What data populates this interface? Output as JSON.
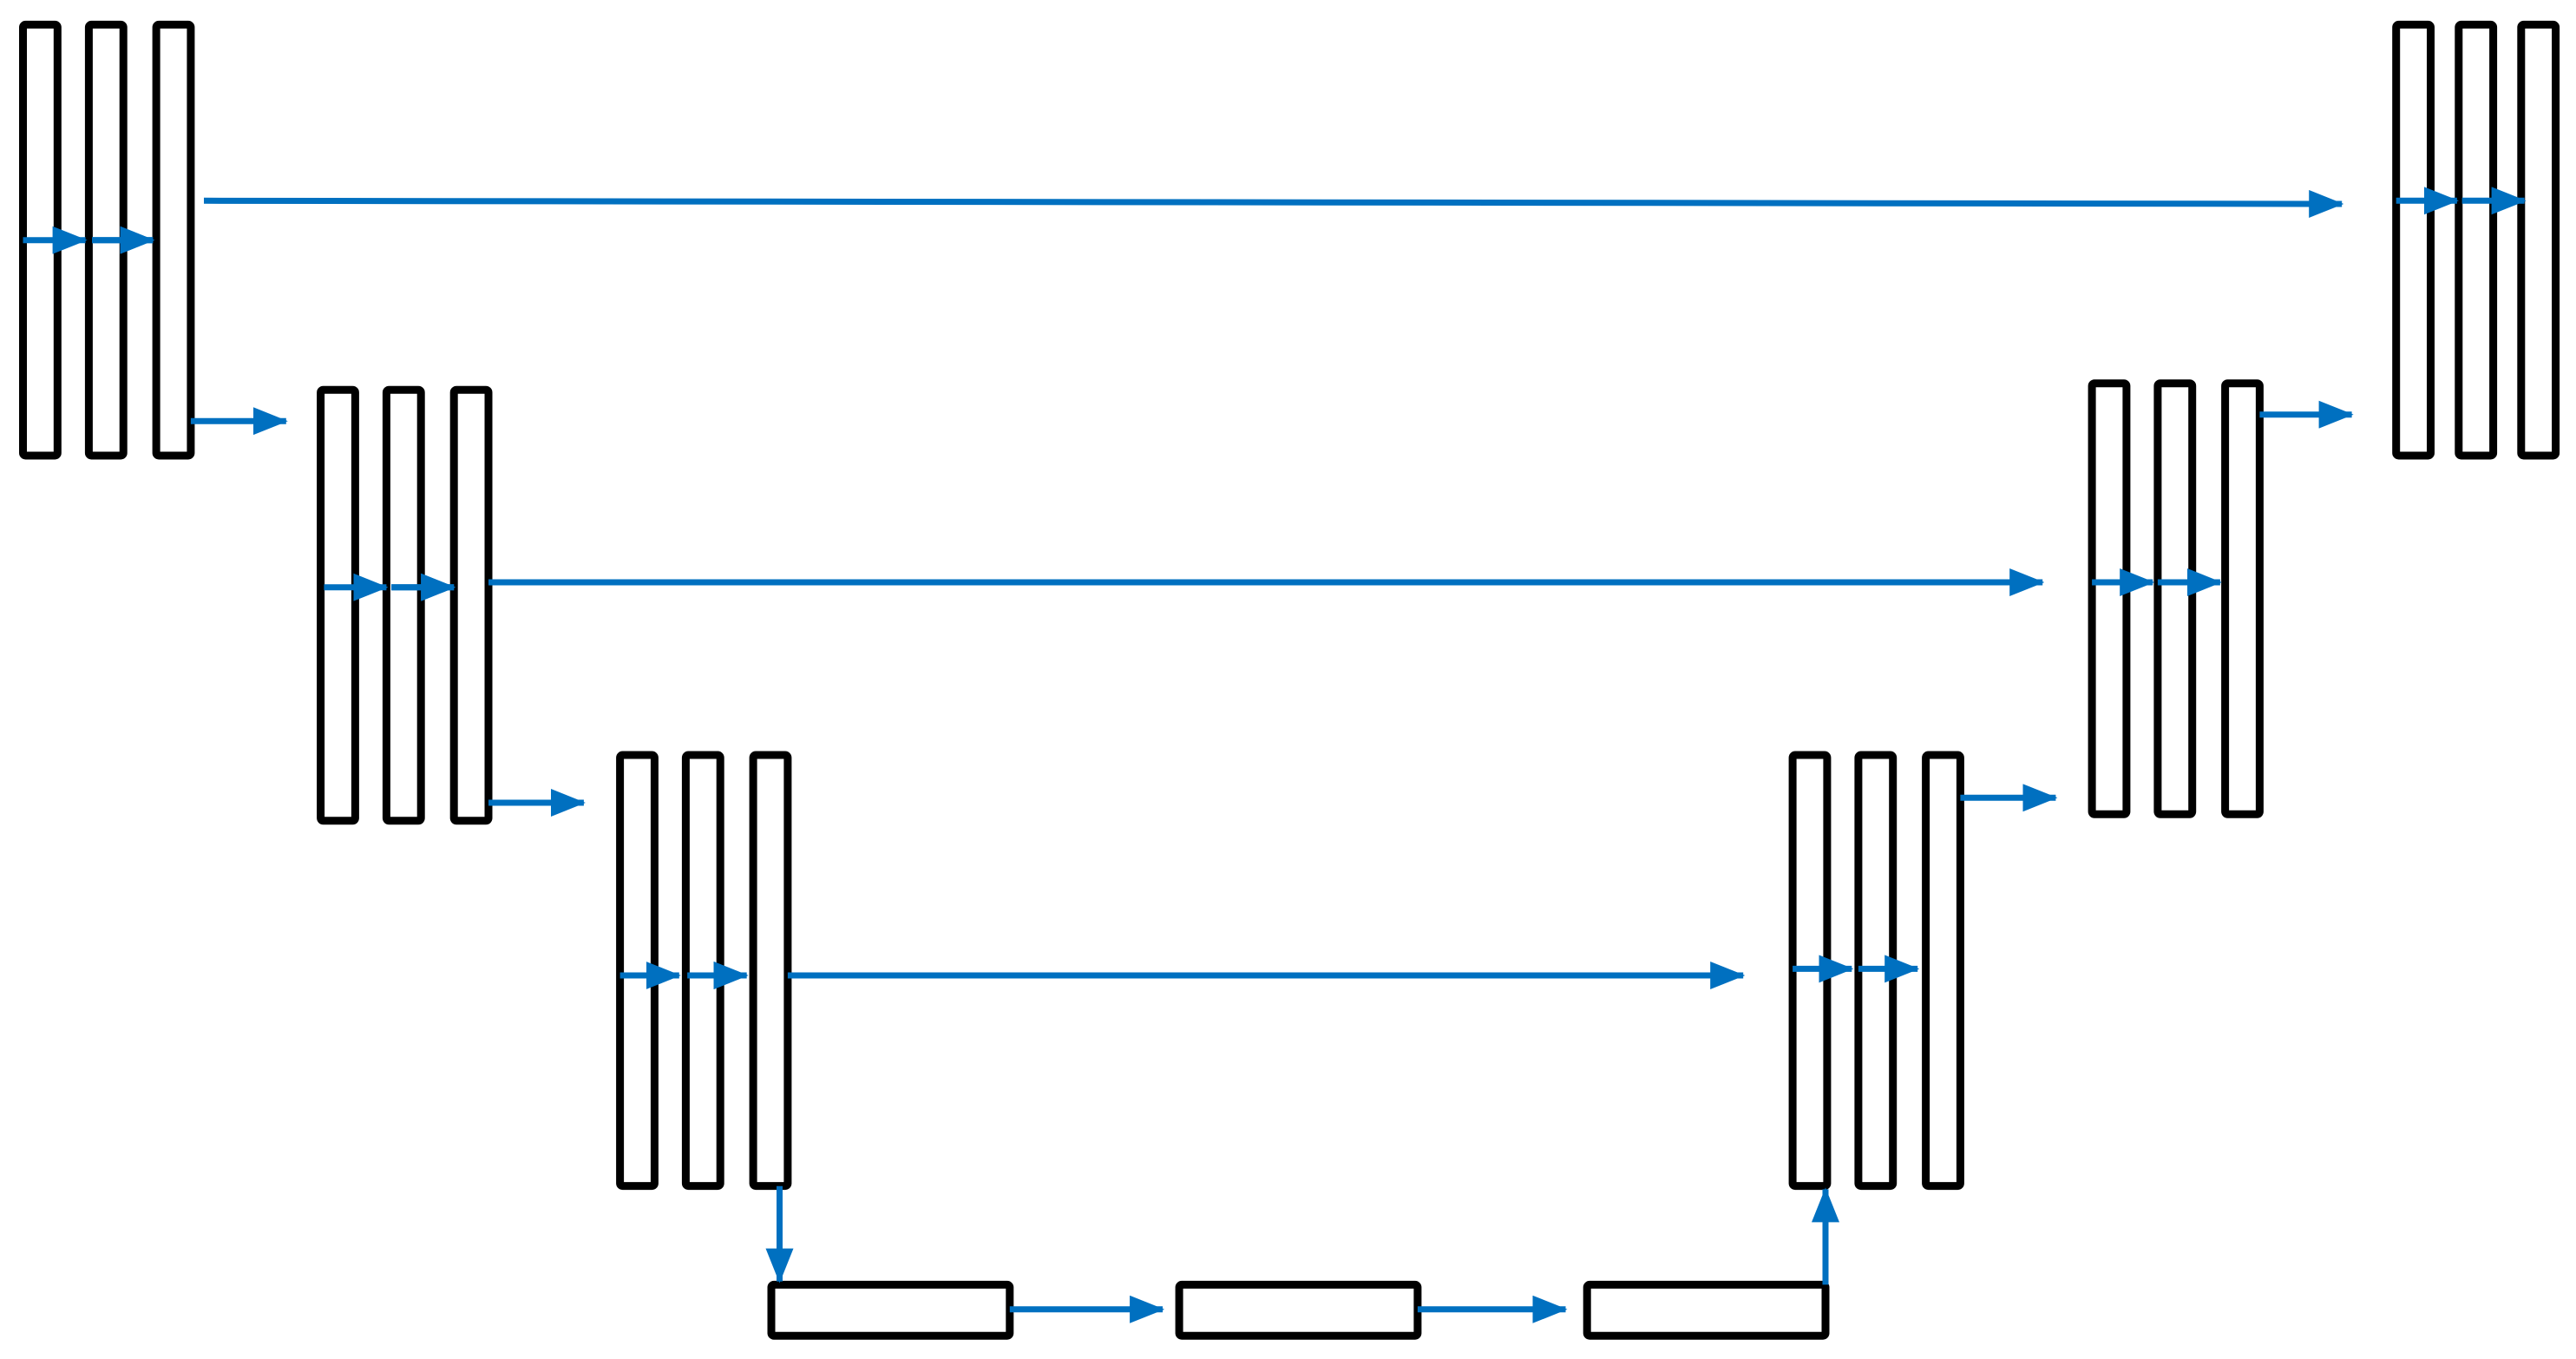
{
  "diagram": {
    "type": "u-net-architecture",
    "colors": {
      "block_border": "#000000",
      "block_fill": "#ffffff",
      "arrow": "#0070c0",
      "background": "#ffffff"
    },
    "structure": {
      "encoder_levels": 3,
      "bottleneck_blocks": 3,
      "decoder_levels": 3,
      "blocks_per_level": 3
    },
    "blocks": [
      {
        "id": "enc1-a",
        "stage": "encoder",
        "level": 1
      },
      {
        "id": "enc1-b",
        "stage": "encoder",
        "level": 1
      },
      {
        "id": "enc1-c",
        "stage": "encoder",
        "level": 1
      },
      {
        "id": "enc2-a",
        "stage": "encoder",
        "level": 2
      },
      {
        "id": "enc2-b",
        "stage": "encoder",
        "level": 2
      },
      {
        "id": "enc2-c",
        "stage": "encoder",
        "level": 2
      },
      {
        "id": "enc3-a",
        "stage": "encoder",
        "level": 3
      },
      {
        "id": "enc3-b",
        "stage": "encoder",
        "level": 3
      },
      {
        "id": "enc3-c",
        "stage": "encoder",
        "level": 3
      },
      {
        "id": "bott-a",
        "stage": "bottleneck",
        "level": 4
      },
      {
        "id": "bott-b",
        "stage": "bottleneck",
        "level": 4
      },
      {
        "id": "bott-c",
        "stage": "bottleneck",
        "level": 4
      },
      {
        "id": "dec3-a",
        "stage": "decoder",
        "level": 3
      },
      {
        "id": "dec3-b",
        "stage": "decoder",
        "level": 3
      },
      {
        "id": "dec3-c",
        "stage": "decoder",
        "level": 3
      },
      {
        "id": "dec2-a",
        "stage": "decoder",
        "level": 2
      },
      {
        "id": "dec2-b",
        "stage": "decoder",
        "level": 2
      },
      {
        "id": "dec2-c",
        "stage": "decoder",
        "level": 2
      },
      {
        "id": "dec1-a",
        "stage": "decoder",
        "level": 1
      },
      {
        "id": "dec1-b",
        "stage": "decoder",
        "level": 1
      },
      {
        "id": "dec1-c",
        "stage": "decoder",
        "level": 1
      }
    ],
    "connections": [
      {
        "id": "enc1-in-a",
        "kind": "within-level",
        "from": "enc1-a",
        "to": "enc1-a"
      },
      {
        "id": "enc1-a-b",
        "kind": "within-level",
        "from": "enc1-a",
        "to": "enc1-b"
      },
      {
        "id": "enc1-b-c",
        "kind": "within-level",
        "from": "enc1-b",
        "to": "enc1-c"
      },
      {
        "id": "enc1-to-enc2",
        "kind": "downsample",
        "from": "enc1-c",
        "to": "enc2-a"
      },
      {
        "id": "skip-level-1",
        "kind": "skip",
        "from": "enc1-c",
        "to": "dec1-a"
      },
      {
        "id": "enc2-in-a",
        "kind": "within-level",
        "from": "enc2-a",
        "to": "enc2-a"
      },
      {
        "id": "enc2-a-b",
        "kind": "within-level",
        "from": "enc2-a",
        "to": "enc2-b"
      },
      {
        "id": "enc2-b-c",
        "kind": "within-level",
        "from": "enc2-b",
        "to": "enc2-c"
      },
      {
        "id": "enc2-to-enc3",
        "kind": "downsample",
        "from": "enc2-c",
        "to": "enc3-a"
      },
      {
        "id": "skip-level-2",
        "kind": "skip",
        "from": "enc2-c",
        "to": "dec2-a"
      },
      {
        "id": "enc3-in-a",
        "kind": "within-level",
        "from": "enc3-a",
        "to": "enc3-a"
      },
      {
        "id": "enc3-a-b",
        "kind": "within-level",
        "from": "enc3-a",
        "to": "enc3-b"
      },
      {
        "id": "enc3-b-c",
        "kind": "within-level",
        "from": "enc3-b",
        "to": "enc3-c"
      },
      {
        "id": "enc3-to-bottleneck",
        "kind": "downsample",
        "from": "enc3-c",
        "to": "bott-a"
      },
      {
        "id": "skip-level-3",
        "kind": "skip",
        "from": "enc3-c",
        "to": "dec3-a"
      },
      {
        "id": "bott-a-b",
        "kind": "within-level",
        "from": "bott-a",
        "to": "bott-b"
      },
      {
        "id": "bott-b-c",
        "kind": "within-level",
        "from": "bott-b",
        "to": "bott-c"
      },
      {
        "id": "bottleneck-to-dec3",
        "kind": "upsample",
        "from": "bott-c",
        "to": "dec3-a"
      },
      {
        "id": "dec3-a-b",
        "kind": "within-level",
        "from": "dec3-a",
        "to": "dec3-b"
      },
      {
        "id": "dec3-b-c",
        "kind": "within-level",
        "from": "dec3-b",
        "to": "dec3-c"
      },
      {
        "id": "dec3-to-dec2",
        "kind": "upsample",
        "from": "dec3-c",
        "to": "dec2-a"
      },
      {
        "id": "dec2-a-b",
        "kind": "within-level",
        "from": "dec2-a",
        "to": "dec2-b"
      },
      {
        "id": "dec2-b-c",
        "kind": "within-level",
        "from": "dec2-b",
        "to": "dec2-c"
      },
      {
        "id": "dec2-to-dec1",
        "kind": "upsample",
        "from": "dec2-c",
        "to": "dec1-a"
      },
      {
        "id": "dec1-a-b",
        "kind": "within-level",
        "from": "dec1-a",
        "to": "dec1-b"
      },
      {
        "id": "dec1-b-c",
        "kind": "within-level",
        "from": "dec1-b",
        "to": "dec1-c"
      }
    ]
  }
}
